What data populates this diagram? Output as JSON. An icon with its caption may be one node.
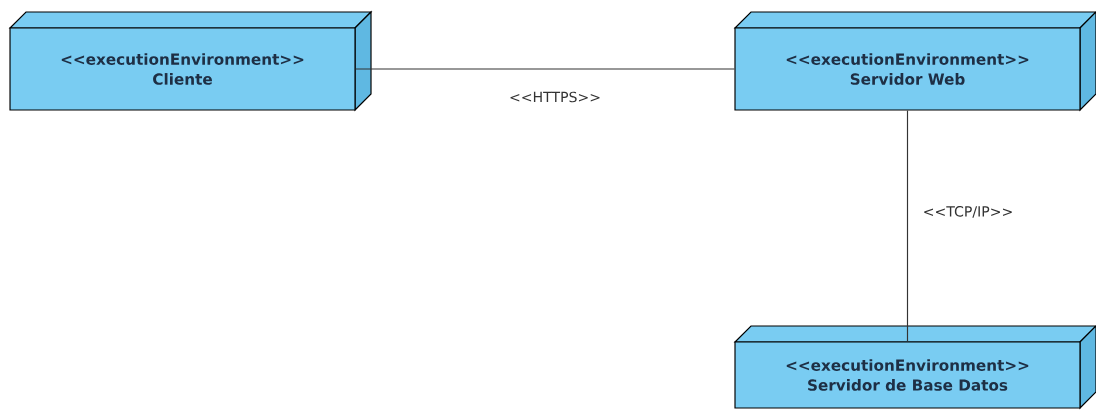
{
  "diagram": {
    "nodes": [
      {
        "text": [
          "<<executionEnvironment>>",
          "Cliente"
        ]
      },
      {
        "text": [
          "<<executionEnvironment>>",
          "Servidor Web"
        ]
      },
      {
        "text": [
          "<<executionEnvironment>>",
          "Servidor de Base Datos"
        ]
      }
    ],
    "edges": [
      {
        "from": 0,
        "to": 1,
        "arrow": "none",
        "label": "<<HTTPS>>"
      },
      {
        "from": 1,
        "to": 2,
        "arrow": "none",
        "label": "<<TCP/IP>>"
      }
    ]
  }
}
